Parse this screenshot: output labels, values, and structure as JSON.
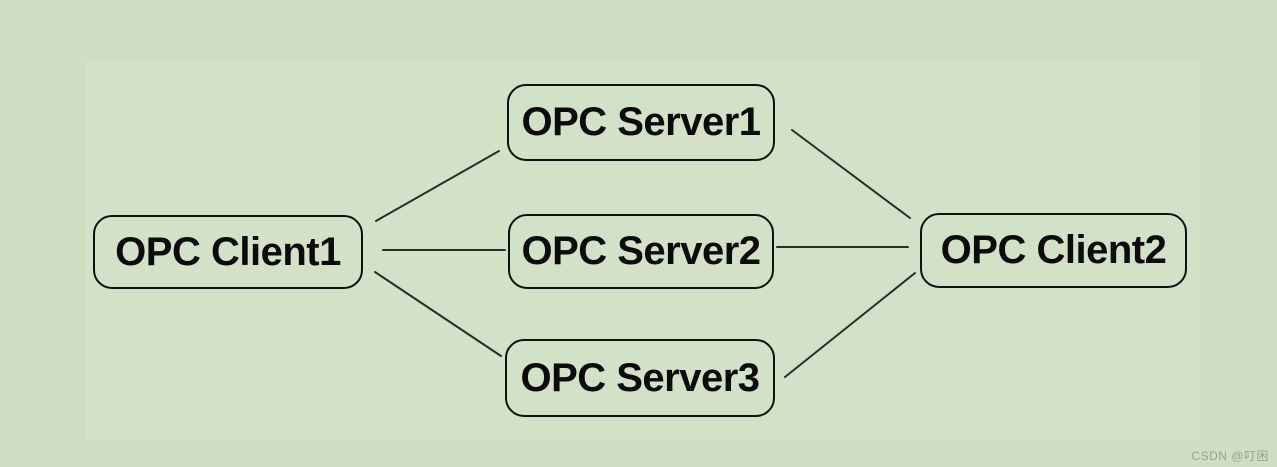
{
  "page": {
    "background_outer": "#cfddc4",
    "background_inner": "#d3e1c9"
  },
  "diagram": {
    "nodes": [
      {
        "id": "client1",
        "label": "OPC Client1"
      },
      {
        "id": "server1",
        "label": "OPC Server1"
      },
      {
        "id": "server2",
        "label": "OPC Server2"
      },
      {
        "id": "server3",
        "label": "OPC Server3"
      },
      {
        "id": "client2",
        "label": "OPC Client2"
      }
    ],
    "edges": [
      {
        "from": "client1",
        "to": "server1"
      },
      {
        "from": "client1",
        "to": "server2"
      },
      {
        "from": "client1",
        "to": "server3"
      },
      {
        "from": "server1",
        "to": "client2"
      },
      {
        "from": "server2",
        "to": "client2"
      },
      {
        "from": "server3",
        "to": "client2"
      }
    ],
    "edge_color": "#2b2b2b",
    "node_border_color": "#111111",
    "node_text_color": "#0b0b0b"
  },
  "watermark": {
    "text": "CSDN @叮困",
    "color": "#98a294"
  }
}
